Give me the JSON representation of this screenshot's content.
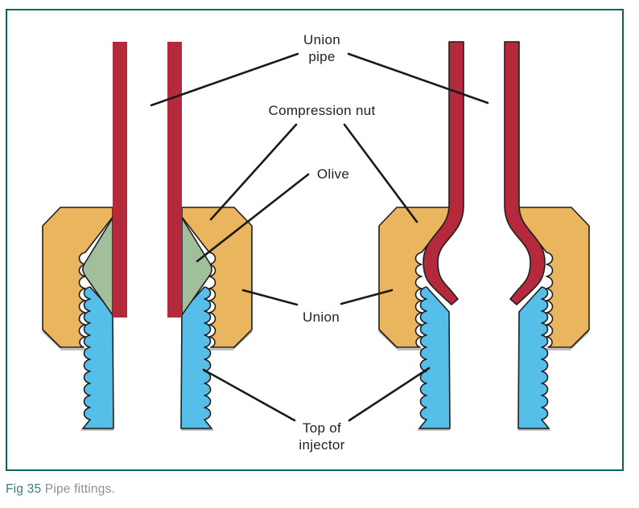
{
  "figure": {
    "labels": {
      "union_pipe": {
        "line1": "Union",
        "line2": "pipe"
      },
      "compression_nut": "Compression nut",
      "olive": "Olive",
      "union": "Union",
      "top_of_injector": {
        "line1": "Top of",
        "line2": "injector"
      }
    },
    "caption": {
      "prefix": "Fig 35",
      "text": "Pipe fittings."
    },
    "colors": {
      "frame_border": "#00665f",
      "pipe_red": "#b5293c",
      "nut_orange": "#eab55f",
      "olive_green": "#a2bf9b",
      "injector_blue": "#55bfe9",
      "outline": "#1f1f1f",
      "leader_line": "#1a1a1a",
      "label_text": "#231f20",
      "caption_fig": "#3e7a7e",
      "caption_text": "#8b9094",
      "shadow_gray": "#b5b5b5"
    }
  }
}
